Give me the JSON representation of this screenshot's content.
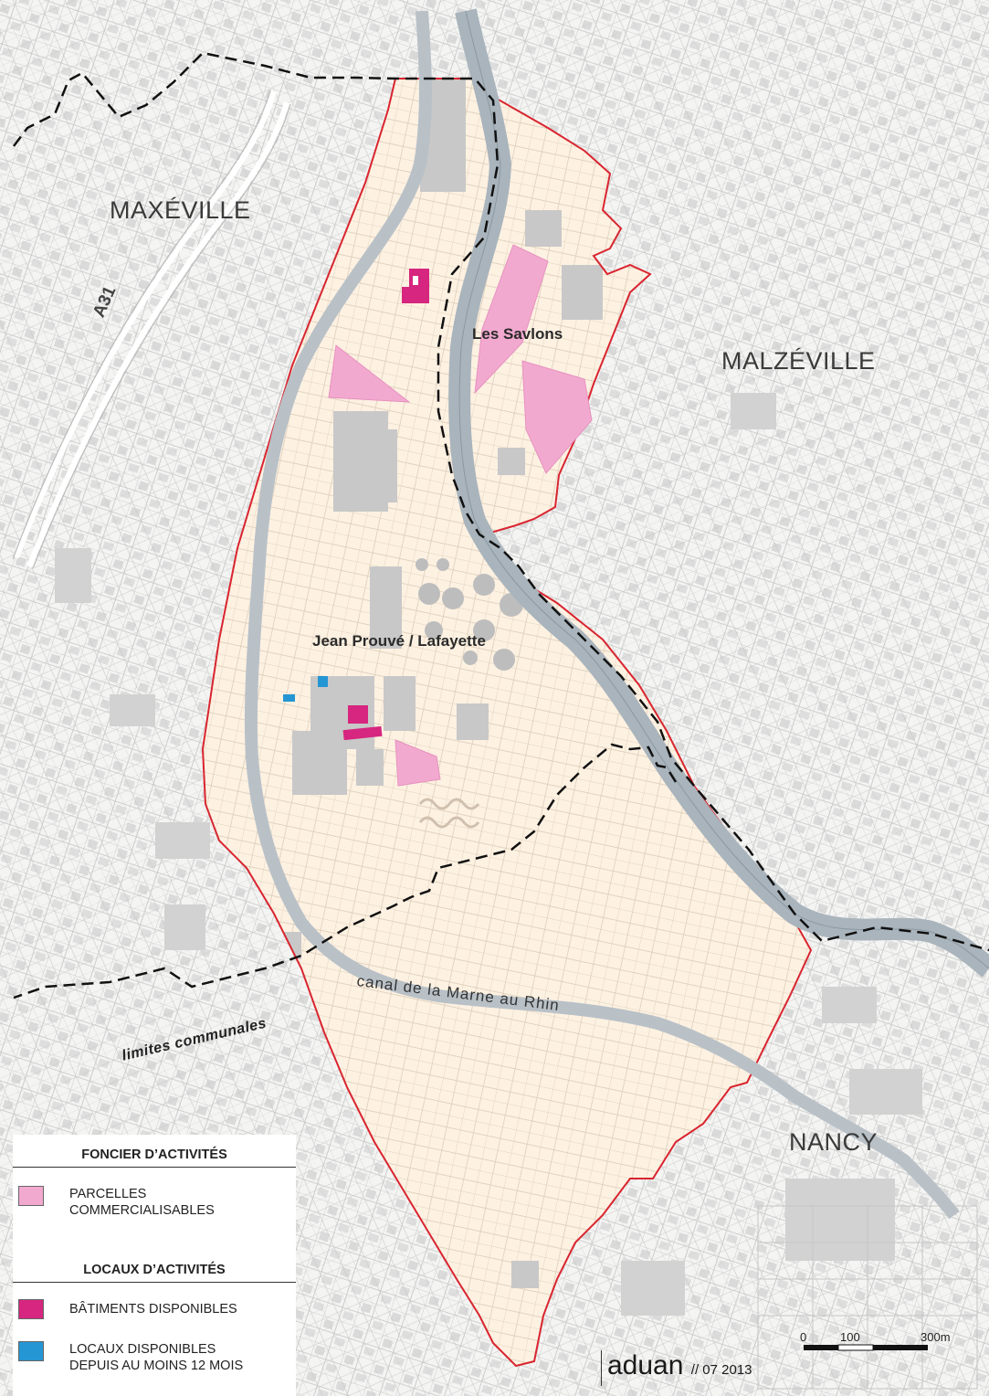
{
  "communes": {
    "maxeville": "MAXÉVILLE",
    "malzeville": "MALZÉVILLE",
    "nancy": "NANCY"
  },
  "zones": {
    "savlons": "Les Savlons",
    "prouve": "Jean Prouvé / Lafayette"
  },
  "roads": {
    "a31": "A31"
  },
  "features": {
    "canal": "canal de la Marne au Rhin",
    "limits": "limites communales"
  },
  "legend": {
    "section1_title": "FONCIER D’ACTIVITÉS",
    "item1_line1": "PARCELLES",
    "item1_line2": "COMMERCIALISABLES",
    "section2_title": "LOCAUX D’ACTIVITÉS",
    "item2": "BÂTIMENTS DISPONIBLES",
    "item3_line1": "LOCAUX DISPONIBLES",
    "item3_line2": "DEPUIS AU MOINS 12 MOIS"
  },
  "credit": {
    "brand": "aduan",
    "date": "// 07 2013"
  },
  "scale": {
    "t0": "0",
    "t1": "100",
    "t2": "300",
    "unit": "m"
  },
  "colors": {
    "zone_fill": "#fdf1e2",
    "zone_border": "#d9252f",
    "parcel_pink": "#f2a9cf",
    "building_magenta": "#d6267f",
    "local_blue": "#2596d4",
    "river": "#a9b4bc",
    "building_grey": "#c9c9c9"
  }
}
